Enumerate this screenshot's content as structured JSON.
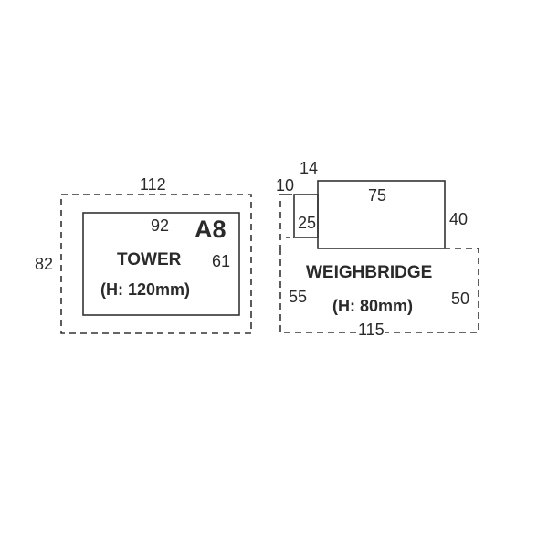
{
  "colors": {
    "line": "#333333",
    "text": "#2a2a2a",
    "background": "#ffffff"
  },
  "tower": {
    "outer_width_label": "112",
    "outer_height_label": "82",
    "inner_width_label": "92",
    "inner_height_label": "61",
    "code": "A8",
    "name": "TOWER",
    "height_note": "(H: 120mm)"
  },
  "weighbridge": {
    "small_box_width_label": "14",
    "small_offset_label": "10",
    "small_box_height_label": "25",
    "upper_box_width_label": "75",
    "upper_box_height_label": "40",
    "name": "WEIGHBRIDGE",
    "left_height_label": "55",
    "right_height_label": "50",
    "height_note": "(H: 80mm)",
    "bottom_width_label": "115"
  }
}
